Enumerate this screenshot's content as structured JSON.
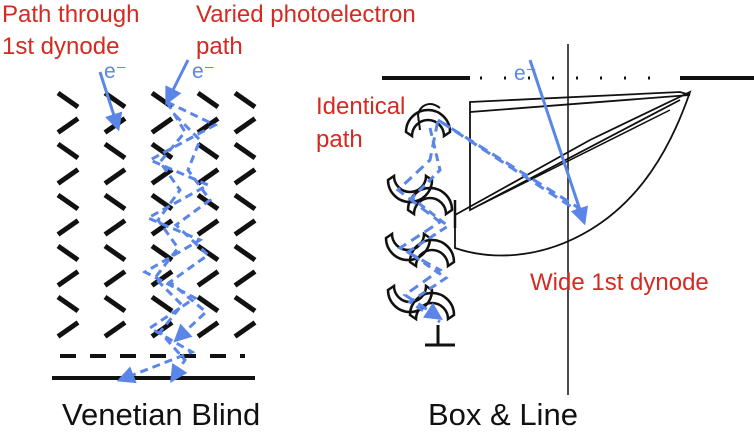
{
  "colors": {
    "annotation": "#d42a22",
    "path": "#5b86e8",
    "ink": "#111111"
  },
  "labels": {
    "path_first_line1": "Path through",
    "path_first_line2": "1st dynode",
    "varied_line1": "Varied photoelectron",
    "varied_line2": "path",
    "electron": "e⁻",
    "identical_line1": "Identical",
    "identical_line2": "path",
    "wide_first": "Wide 1st dynode"
  },
  "captions": {
    "venetian": "Venetian Blind",
    "box_line": "Box & Line"
  }
}
